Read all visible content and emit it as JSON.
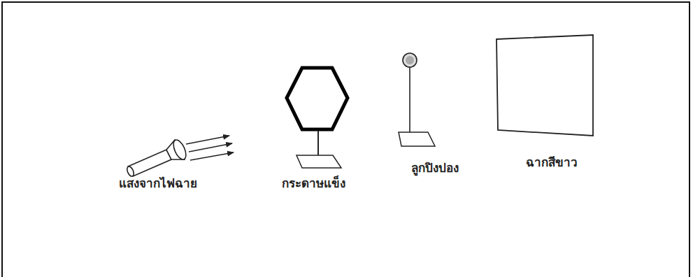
{
  "diagram": {
    "labels": [
      "แสงจากไฟฉาย",
      "กระดาษแข็ง",
      "ลูกปิงปอง",
      "ฉากสีขาว"
    ]
  }
}
